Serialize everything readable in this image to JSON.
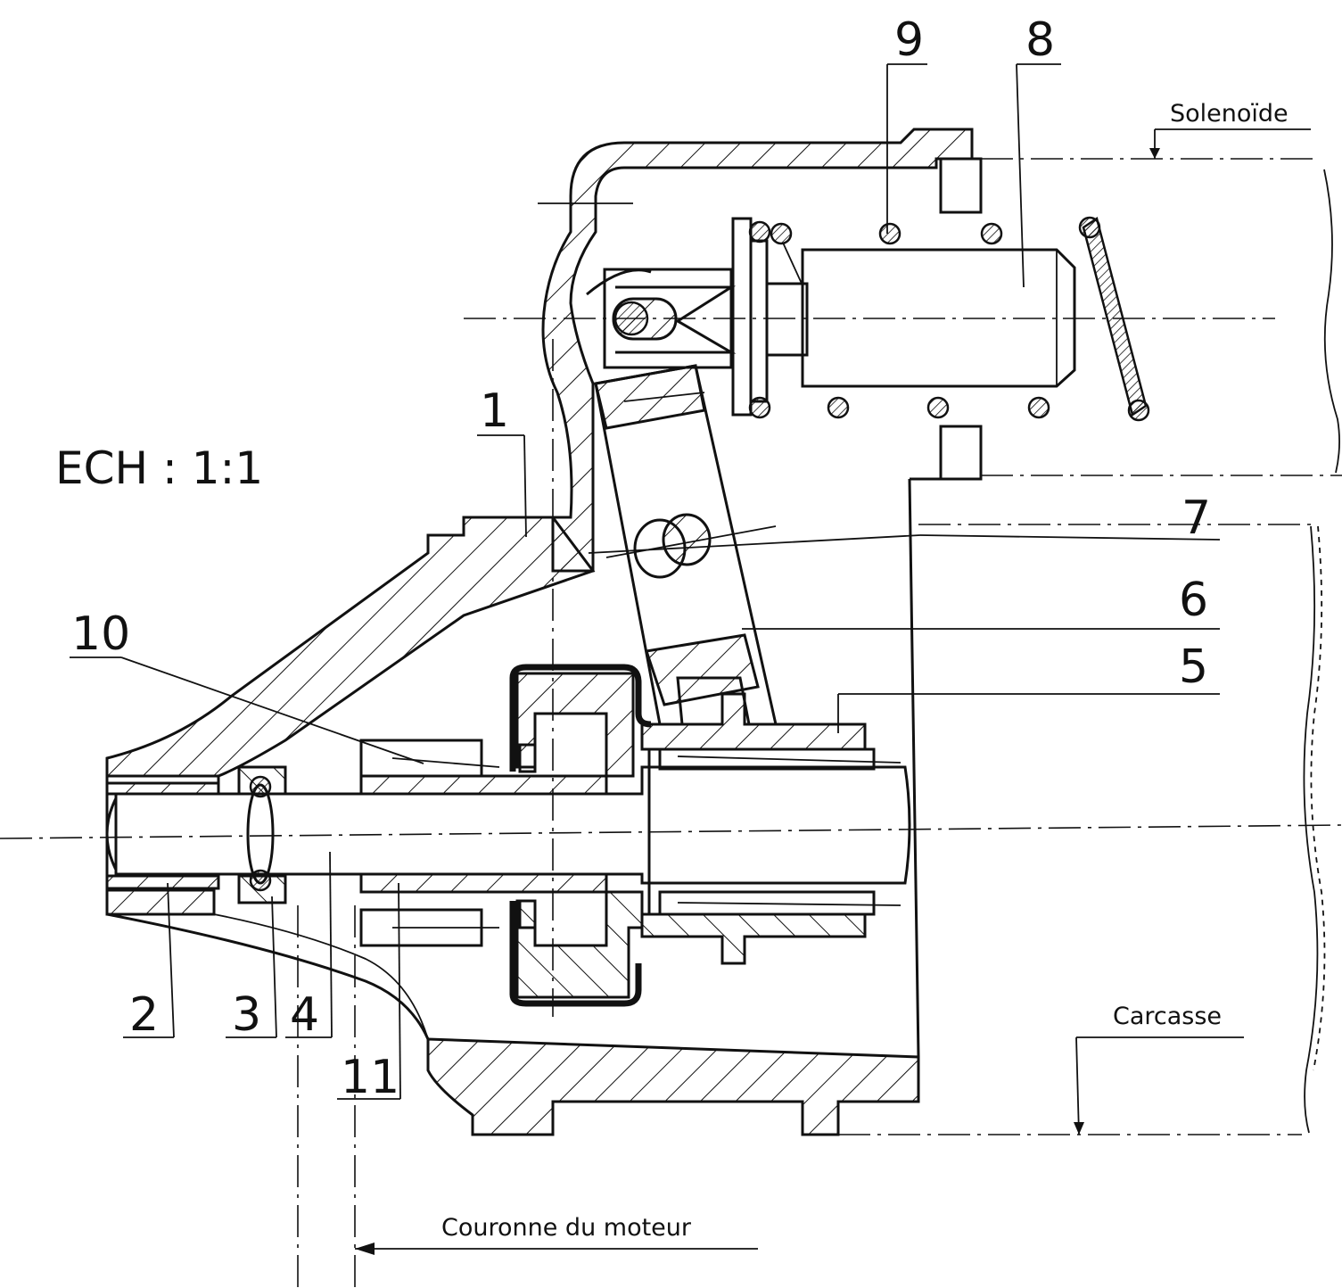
{
  "scale": "ECH : 1:1",
  "part_numbers": {
    "p1": "1",
    "p2": "2",
    "p3": "3",
    "p4": "4",
    "p5": "5",
    "p6": "6",
    "p7": "7",
    "p8": "8",
    "p9": "9",
    "p10": "10",
    "p11": "11"
  },
  "labels": {
    "solenoide": "Solenoïde",
    "carcasse": "Carcasse",
    "couronne": "Couronne du moteur"
  }
}
